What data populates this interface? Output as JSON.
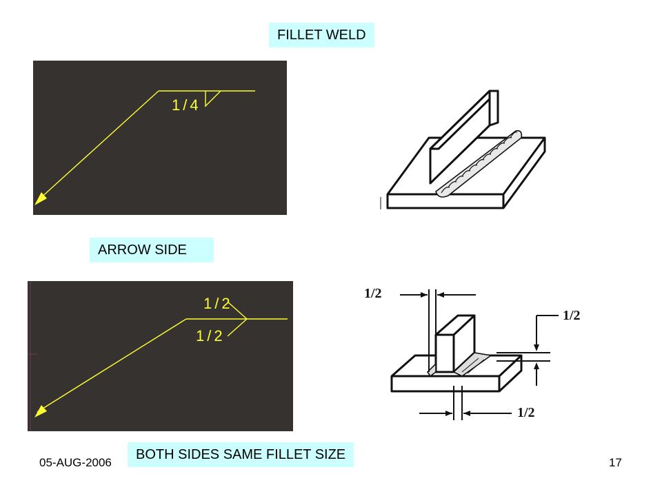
{
  "labels": {
    "fillet_weld": "FILLET WELD",
    "arrow_side": "ARROW SIDE",
    "both_sides": "BOTH SIDES SAME FILLET SIZE"
  },
  "symbol_top": {
    "size": "1/4"
  },
  "symbol_bottom": {
    "size_above": "1/2",
    "size_below": "1/2"
  },
  "dimensions": {
    "top_left": "1/2",
    "right": "1/2",
    "bottom": "1/2"
  },
  "footer": {
    "date": "05-AUG-2006",
    "page_number": "17"
  },
  "colors": {
    "panel_bg": "#353230",
    "symbol_line": "#ffff33",
    "label_bg": "#ccffff"
  }
}
